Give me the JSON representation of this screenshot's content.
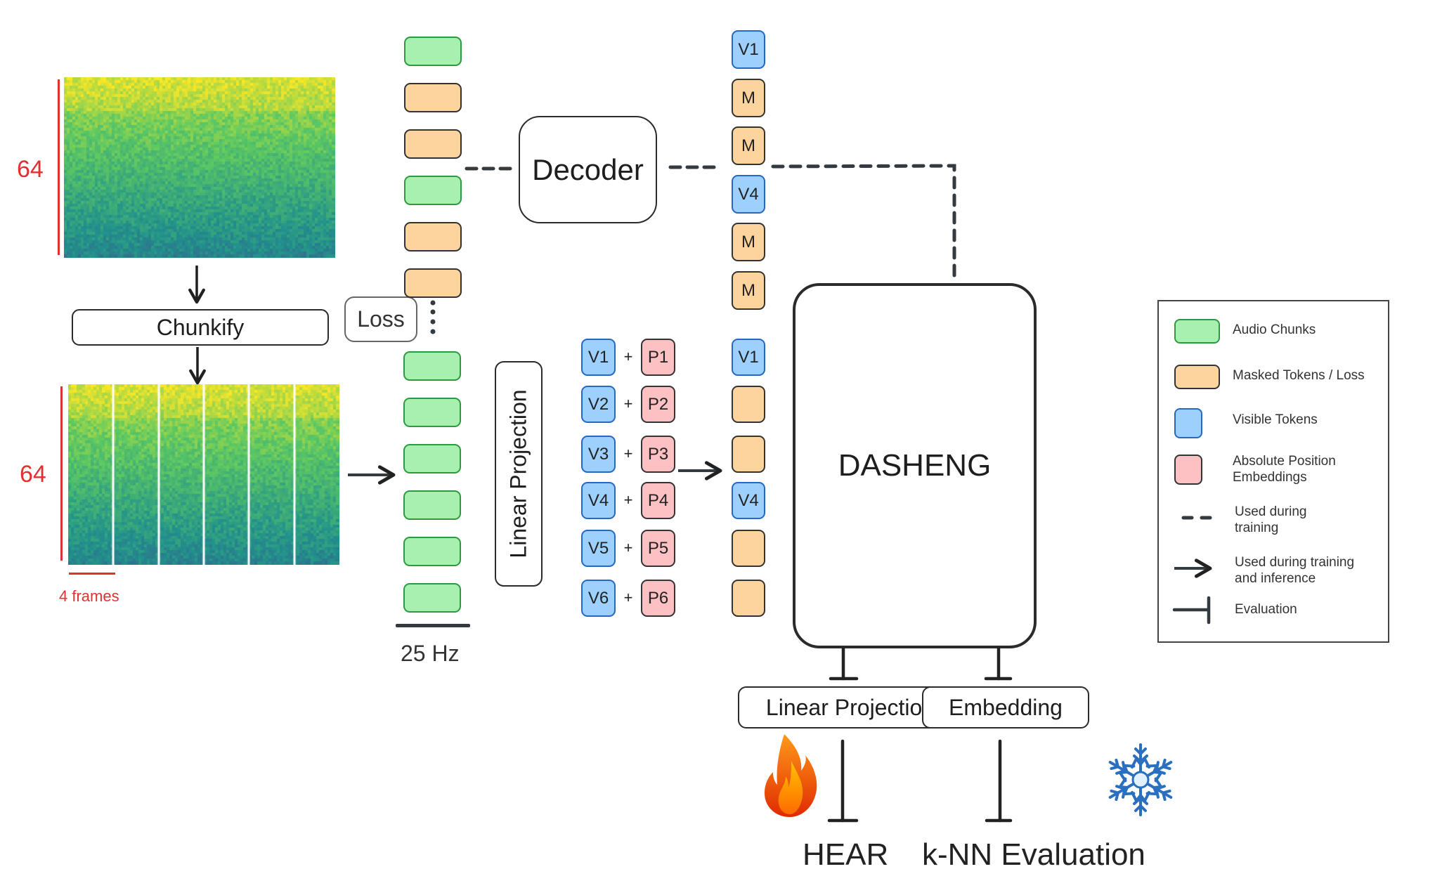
{
  "spectrogram": {
    "height_label": "64",
    "chunked_height_label": "64",
    "frame_label": "4 frames",
    "chunk_count": 6
  },
  "boxes": {
    "chunkify": "Chunkify",
    "loss": "Loss",
    "decoder": "Decoder",
    "linear_projection_vertical": "Linear Projection",
    "dasheng": "DASHENG",
    "linear_projection_eval": "Linear Projection",
    "embedding": "Embedding"
  },
  "rate_label": "25 Hz",
  "upper_chunks": [
    "audio",
    "masked",
    "masked",
    "audio",
    "masked",
    "masked"
  ],
  "lower_chunks": [
    "audio",
    "audio",
    "audio",
    "audio",
    "audio",
    "audio"
  ],
  "decoder_tokens": [
    "V1",
    "M",
    "M",
    "V4",
    "M",
    "M"
  ],
  "visible_tokens": [
    "V1",
    "V2",
    "V3",
    "V4",
    "V5",
    "V6"
  ],
  "position_tokens": [
    "P1",
    "P2",
    "P3",
    "P4",
    "P5",
    "P6"
  ],
  "plus_sign": "+",
  "encoder_tokens": [
    "V1",
    "",
    "",
    "V4",
    "",
    ""
  ],
  "outputs": {
    "hear": "HEAR",
    "knn": "k-NN Evaluation"
  },
  "icons": {
    "fire": "fire-icon",
    "snowflake": "snowflake-icon"
  },
  "legend": {
    "items": [
      {
        "label": "Audio Chunks",
        "swatch": "audio"
      },
      {
        "label": "Masked Tokens / Loss",
        "swatch": "masked"
      },
      {
        "label": "Visible Tokens",
        "swatch": "visible"
      },
      {
        "label": "Absolute Position Embeddings",
        "line1": "Absolute Position",
        "line2": "Embeddings",
        "swatch": "position"
      },
      {
        "label": "Used during training",
        "line1": "Used during",
        "line2": "training",
        "swatch": "dashed-line"
      },
      {
        "label": "Used during training and inference",
        "line1": "Used during training",
        "line2": "and inference",
        "swatch": "arrow"
      },
      {
        "label": "Evaluation",
        "swatch": "tee"
      }
    ]
  },
  "colors": {
    "audio_fill": "#a8f0b0",
    "audio_stroke": "#2e9a3e",
    "masked_fill": "#fdd49d",
    "visible_fill": "#9dd0fd",
    "visible_stroke": "#2468c4",
    "position_fill": "#fdc0c3",
    "annotation_red": "#e03131",
    "line_dark": "#333a40"
  }
}
